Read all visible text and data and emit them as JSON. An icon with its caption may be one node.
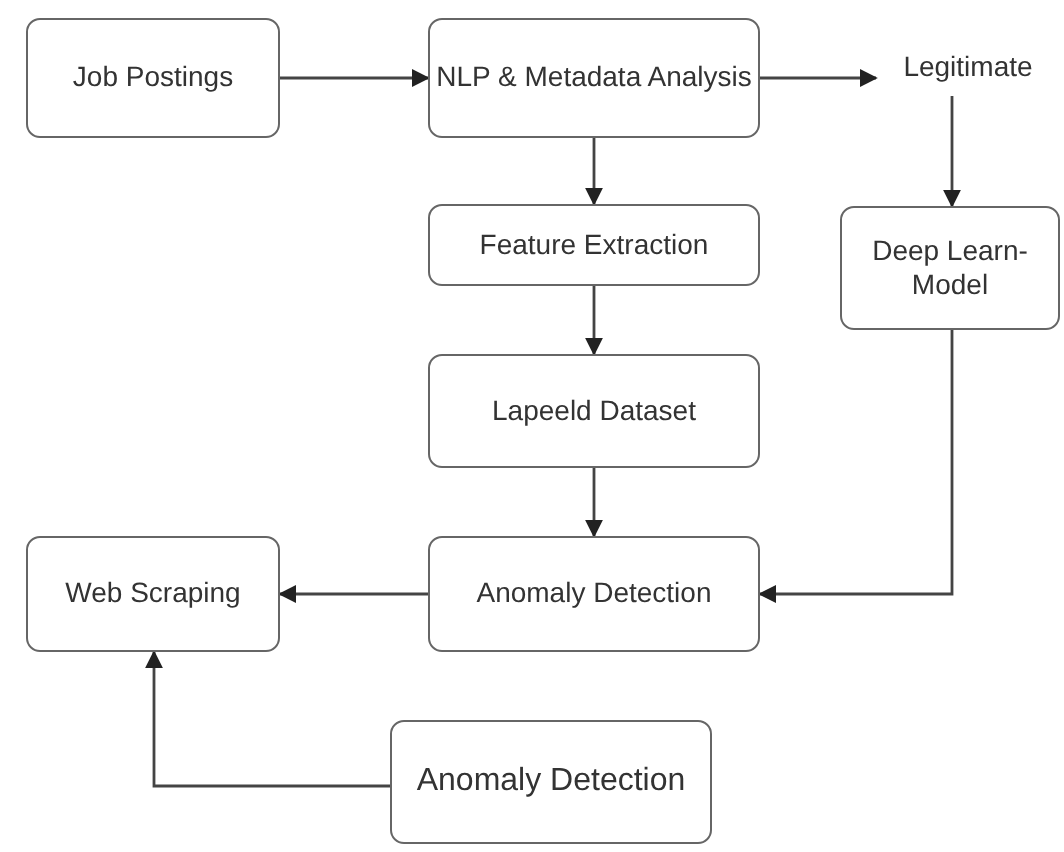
{
  "diagram": {
    "nodes": [
      {
        "text": [
          "Job Postings"
        ]
      },
      {
        "text": [
          "NLP & Metadata Analysis"
        ]
      },
      {
        "text": [
          "Legitimate"
        ]
      },
      {
        "text": [
          "Feature Extraction"
        ]
      },
      {
        "text": [
          "Deep Learn-Model"
        ]
      },
      {
        "text": [
          "Lapeeld Dataset"
        ]
      },
      {
        "text": [
          "Web Scraping"
        ]
      },
      {
        "text": [
          "Anomaly Detection"
        ]
      },
      {
        "text": [
          "Anomaly Detection"
        ]
      }
    ],
    "edges": [
      {
        "from": 0,
        "to": 1,
        "arrow": "to"
      },
      {
        "from": 1,
        "to": 2,
        "arrow": "to"
      },
      {
        "from": 2,
        "to": 4,
        "arrow": "to"
      },
      {
        "from": 1,
        "to": 3,
        "arrow": "to"
      },
      {
        "from": 3,
        "to": 5,
        "arrow": "to"
      },
      {
        "from": 5,
        "to": 7,
        "arrow": "to"
      },
      {
        "from": 4,
        "to": 7,
        "arrow": "to"
      },
      {
        "from": 7,
        "to": 6,
        "arrow": "to"
      },
      {
        "from": 8,
        "to": 6,
        "arrow": "to"
      }
    ]
  }
}
